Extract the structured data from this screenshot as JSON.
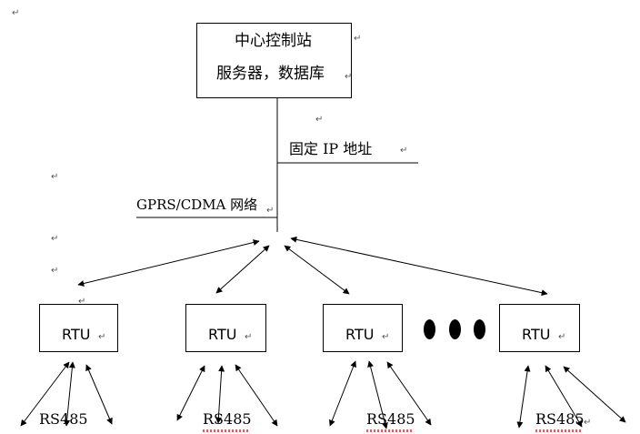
{
  "center": {
    "title": "中心控制站",
    "subtitle": "服务器，数据库"
  },
  "labels": {
    "fixed_ip": "固定 IP 地址",
    "network": "GPRS/CDMA 网络"
  },
  "rtus": [
    {
      "label": "RTU",
      "bus_label": "RS485"
    },
    {
      "label": "RTU",
      "bus_label": "RS485"
    },
    {
      "label": "RTU",
      "bus_label": "RS485"
    },
    {
      "label": "RTU",
      "bus_label": "RS485"
    }
  ],
  "paragraph_mark": "↵"
}
